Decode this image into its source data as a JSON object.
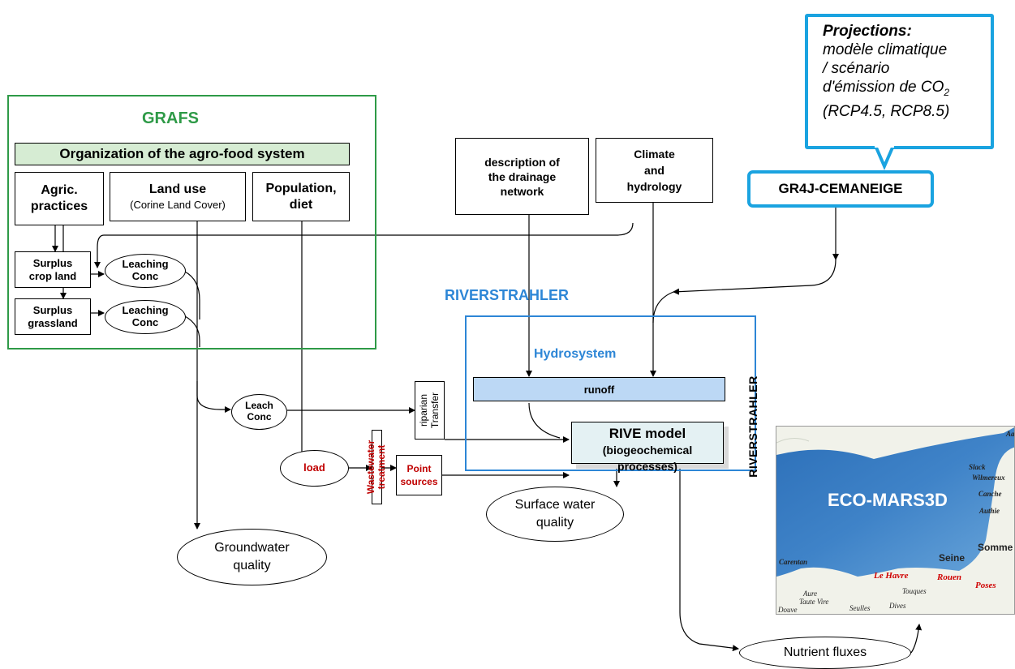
{
  "colors": {
    "grafs_green": "#2e9a47",
    "river_blue": "#2d86d6",
    "light_green": "#d6ecd3",
    "runoff_blue": "#bcd8f5",
    "red_text": "#c00000",
    "map_sea": "#3f83c8",
    "callout_border": "#1aa3e0"
  },
  "projection": {
    "title": "Projections:",
    "line1": "modèle climatique",
    "line2": "/ scénario",
    "line3": "d'émission de CO",
    "line3_sub": "2",
    "line4": "(RCP4.5, RCP8.5)"
  },
  "gr4j": {
    "label": "GR4J-CEMANEIGE"
  },
  "grafs": {
    "title": "GRAFS",
    "org_title": "Organization of the agro-food system",
    "agric": "Agric.\npractices",
    "land_use": "Land use",
    "land_use_sub": "(Corine Land Cover)",
    "population": "Population,\ndiet",
    "surplus_crop": "Surplus\ncrop land",
    "surplus_grass": "Surplus\ngrassland",
    "leach1": "Leaching\nConc",
    "leach2": "Leaching\nConc"
  },
  "drainage": "description of\nthe drainage\nnetwork",
  "climate": "Climate\nand\nhydrology",
  "riverstrahler_title": "RIVERSTRAHLER",
  "riverstrahler_vertical": "RIVERSTRAHLER",
  "hydrosystem": "Hydrosystem",
  "runoff": "runoff",
  "riparian": "riparian\nTransfer",
  "rive": {
    "title": "RIVE model",
    "sub": "(biogeochemical\nprocesses)"
  },
  "leach_conc": "Leach\nConc",
  "load": "load",
  "wastewater": "Wastewater\ntreatment",
  "point_sources": {
    "l1": "Point",
    "l2": "sources"
  },
  "groundwater": "Groundwater\nquality",
  "surface_water": "Surface water\nquality",
  "nutrient_fluxes": "Nutrient fluxes",
  "map": {
    "title": "ECO-MARS3D",
    "rivers_right": [
      "Aa",
      "Slack",
      "Wilmereux",
      "Canche",
      "Authie"
    ],
    "somme": "Somme",
    "seine": "Seine",
    "cities": [
      "Le Havre",
      "Rouen",
      "Poses"
    ],
    "carentan": "Carentan",
    "small_rivers": [
      "Aure",
      "Taute Vire",
      "Douve",
      "Seulles",
      "Touques",
      "Dives"
    ]
  }
}
